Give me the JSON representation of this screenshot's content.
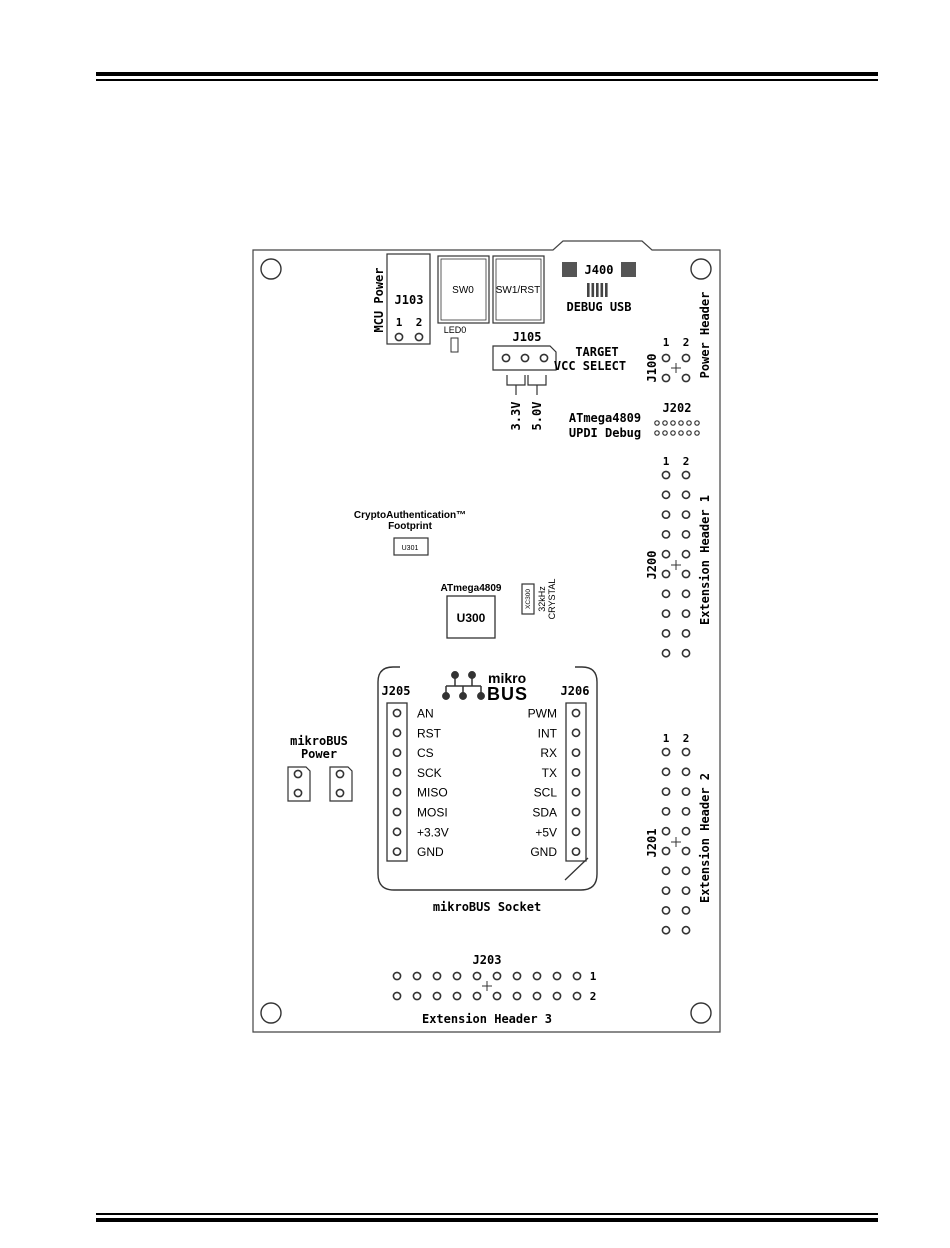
{
  "board": {
    "top": {
      "j103": "J103",
      "mcu_power": "MCU Power",
      "j103_pin1": "1",
      "j103_pin2": "2",
      "sw0": "SW0",
      "sw1": "SW1/RST",
      "led0": "LED0",
      "j400": "J400",
      "debug_usb": "DEBUG USB",
      "power_header": "Power Header",
      "j100": "J100",
      "j100_pin1": "1",
      "j100_pin2": "2",
      "j105": "J105",
      "target_line1": "TARGET",
      "target_line2": "VCC SELECT",
      "v33": "3.3V",
      "v50": "5.0V",
      "updi_line1": "ATmega4809",
      "updi_line2": "UPDI Debug",
      "j202": "J202"
    },
    "ext1": {
      "j200": "J200",
      "title": "Extension Header 1",
      "pin1": "1",
      "pin2": "2"
    },
    "ext2": {
      "j201": "J201",
      "title": "Extension Header 2",
      "pin1": "1",
      "pin2": "2"
    },
    "ext3": {
      "j203": "J203",
      "title": "Extension Header 3",
      "pin1": "1",
      "pin2": "2"
    },
    "crypto": {
      "line1": "CryptoAuthentication™",
      "line2": "Footprint",
      "u301": "U301"
    },
    "mcu": {
      "name": "ATmega4809",
      "u300": "U300"
    },
    "crystal": {
      "xc300": "XC300",
      "line1": "32kHz",
      "line2": "CRYSTAL"
    },
    "mikrobus": {
      "logo_top": "mikro",
      "logo_bottom": "BUS",
      "j205": "J205",
      "j206": "J206",
      "left_pins": [
        "AN",
        "RST",
        "CS",
        "SCK",
        "MISO",
        "MOSI",
        "+3.3V",
        "GND"
      ],
      "right_pins": [
        "PWM",
        "INT",
        "RX",
        "TX",
        "SCL",
        "SDA",
        "+5V",
        "GND"
      ],
      "socket": "mikroBUS Socket",
      "power_line1": "mikroBUS",
      "power_line2": "Power"
    }
  }
}
